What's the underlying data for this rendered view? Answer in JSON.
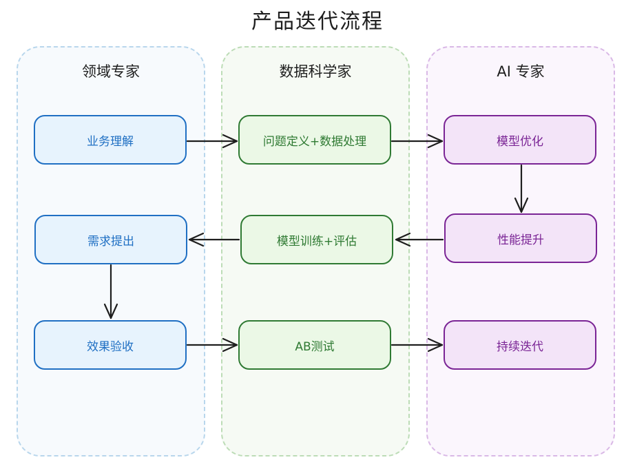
{
  "title": "产品迭代流程",
  "lanes": [
    {
      "title": "领域专家",
      "color": "#b8d6ec",
      "fill": "#f7fafd"
    },
    {
      "title": "数据科学家",
      "color": "#bcdcb6",
      "fill": "#f6faf4"
    },
    {
      "title": "AI 专家",
      "color": "#d9b8e6",
      "fill": "#fbf6fd"
    }
  ],
  "nodes": {
    "business_understanding": "业务理解",
    "requirement_proposal": "需求提出",
    "effect_acceptance": "效果验收",
    "problem_definition": "问题定义+数据处理",
    "model_training": "模型训练+评估",
    "ab_test": "AB测试",
    "model_optimization": "模型优化",
    "performance_boost": "性能提升",
    "continuous_iteration": "持续迭代"
  },
  "edges": [
    [
      "业务理解",
      "问题定义+数据处理"
    ],
    [
      "问题定义+数据处理",
      "模型优化"
    ],
    [
      "模型优化",
      "性能提升"
    ],
    [
      "性能提升",
      "模型训练+评估"
    ],
    [
      "模型训练+评估",
      "需求提出"
    ],
    [
      "需求提出",
      "效果验收"
    ],
    [
      "效果验收",
      "AB测试"
    ],
    [
      "AB测试",
      "持续迭代"
    ]
  ]
}
